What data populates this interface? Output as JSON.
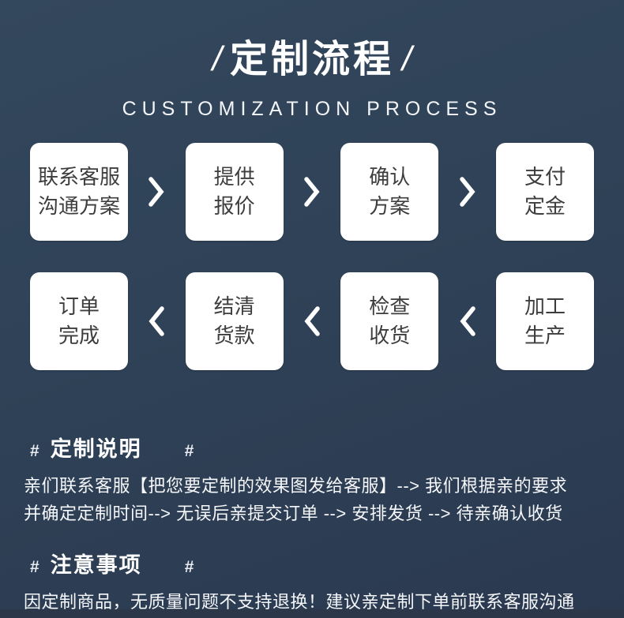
{
  "header": {
    "slash_left": "/",
    "title": "定制流程",
    "slash_right": "/",
    "subtitle": "CUSTOMIZATION PROCESS"
  },
  "flow": {
    "row1": [
      {
        "line1": "联系客服",
        "line2": "沟通方案"
      },
      {
        "line1": "提供",
        "line2": "报价"
      },
      {
        "line1": "确认",
        "line2": "方案"
      },
      {
        "line1": "支付",
        "line2": "定金"
      }
    ],
    "row2": [
      {
        "line1": "订单",
        "line2": "完成"
      },
      {
        "line1": "结清",
        "line2": "货款"
      },
      {
        "line1": "检查",
        "line2": "收货"
      },
      {
        "line1": "加工",
        "line2": "生产"
      }
    ],
    "icons": {
      "row1_arrow": "chevron-right-icon",
      "row2_arrow": "chevron-left-icon"
    }
  },
  "sections": {
    "custom_note": {
      "hash_left": "#",
      "heading": "定制说明",
      "hash_right": "#",
      "line1": "亲们联系客服【把您要定制的效果图发给客服】--> 我们根据亲的要求",
      "line2": "并确定定制时间--> 无误后亲提交订单 --> 安排发货 --> 待亲确认收货"
    },
    "attention": {
      "hash_left": "#",
      "heading": "注意事项",
      "hash_right": "#",
      "line1": "因定制商品，无质量问题不支持退换！建议亲定制下单前联系客服沟通"
    }
  },
  "colors": {
    "background_top": "#33475d",
    "background_bottom": "#2b3950",
    "box_background": "#ffffff",
    "box_text": "#3d3d3d",
    "text": "#ffffff",
    "bottom_strip": "#2c3849"
  }
}
